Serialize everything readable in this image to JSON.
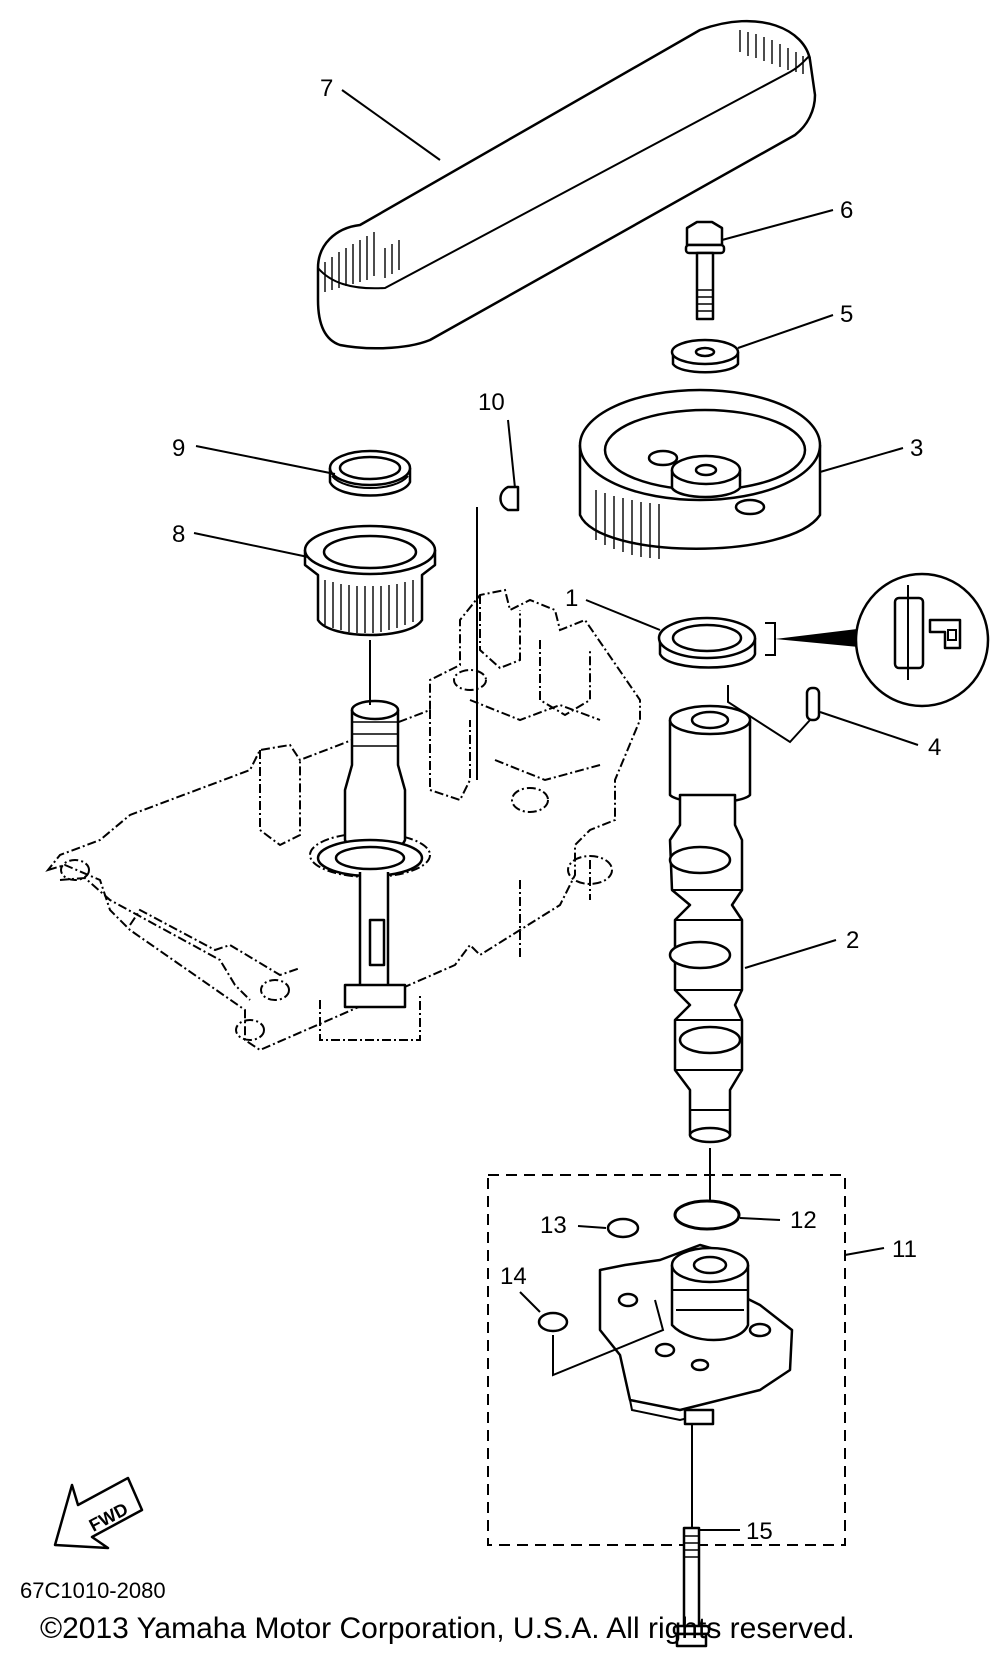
{
  "diagram_code": "67C1010-2080",
  "copyright": "©2013 Yamaha Motor Corporation, U.S.A. All rights reserved.",
  "fwd_label": "FWD",
  "callouts": {
    "c1": "1",
    "c2": "2",
    "c3": "3",
    "c4": "4",
    "c5": "5",
    "c6": "6",
    "c7": "7",
    "c8": "8",
    "c9": "9",
    "c10": "10",
    "c11": "11",
    "c12": "12",
    "c13": "13",
    "c14": "14",
    "c15": "15"
  }
}
